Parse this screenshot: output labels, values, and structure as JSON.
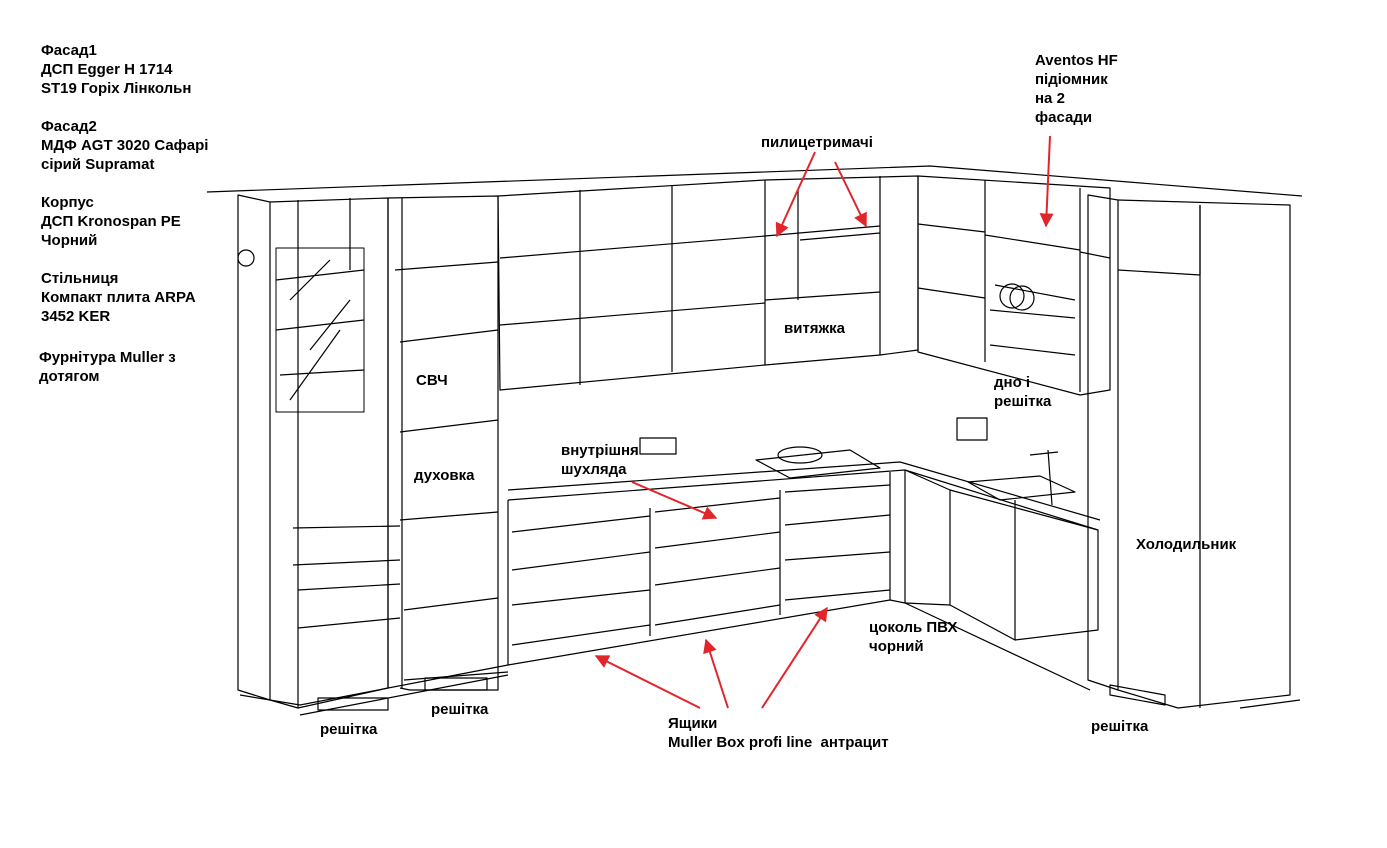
{
  "specs": [
    {
      "title": "Фасад1",
      "lines": [
        "ДСП Egger H 1714",
        "ST19 Горіх Лінкольн"
      ]
    },
    {
      "title": "Фасад2",
      "lines": [
        "МДФ AGT 3020 Сафарі",
        "сірий Supramat"
      ]
    },
    {
      "title": "Корпус",
      "lines": [
        "ДСП Kronospan PE",
        "Чорний"
      ]
    },
    {
      "title": "Стільниця",
      "lines": [
        "Компакт плита ARPA",
        "3452 KER"
      ]
    },
    {
      "title": "Фурнітура Muller з",
      "lines": [
        "дотягом"
      ]
    }
  ],
  "labels": {
    "aventos": [
      "Aventos HF",
      "підіомник",
      "на 2",
      "фасади"
    ],
    "shelf_supports": "пилицетримачі",
    "hood": "витяжка",
    "microwave": "СВЧ",
    "oven": "духовка",
    "inner_drawer": [
      "внутрішня",
      "шухляда"
    ],
    "bottom_grid": [
      "дно і",
      "решітка"
    ],
    "fridge": "Холодильник",
    "plinth": [
      "цоколь ПВХ",
      "чорний"
    ],
    "grille_1": "решітка",
    "grille_2": "решітка",
    "grille_3": "решітка",
    "drawers": [
      "Ящики",
      "Muller Box profi line  антрацит"
    ]
  },
  "colors": {
    "line": "#000000",
    "arrow": "#e0252b",
    "background": "#ffffff"
  }
}
